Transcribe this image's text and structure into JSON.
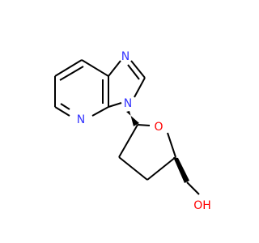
{
  "molecule": {
    "atom_labels": {
      "n_imidazole_top": "N",
      "n_pyridine": "N",
      "n_imidazole_sugar": "N",
      "o_ring": "O",
      "oh": "OH"
    },
    "colors": {
      "bond": "#000000",
      "nitrogen": "#3333ff",
      "oxygen": "#ff0000"
    }
  }
}
